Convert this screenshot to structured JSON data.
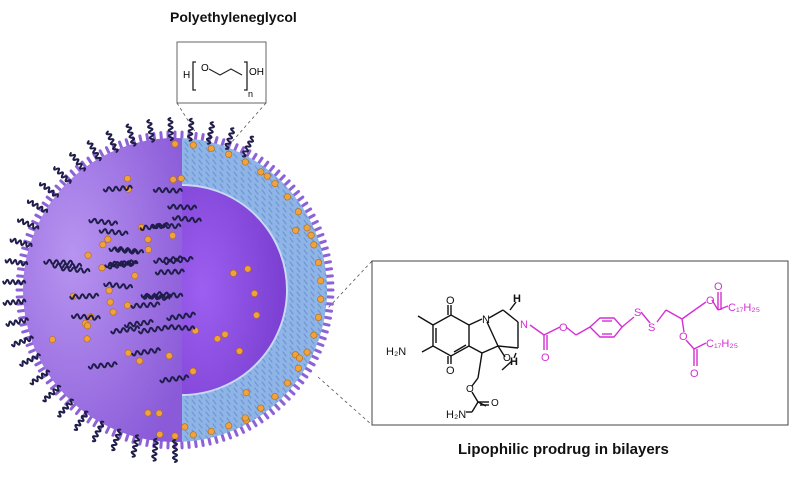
{
  "labels": {
    "peg_title": "Polyethyleneglycol",
    "prodrug_title": "Lipophilic prodrug in bilayers"
  },
  "peg_formula": {
    "h": "H",
    "o": "O",
    "oh": "OH",
    "n": "n"
  },
  "molecule": {
    "o_top": "O",
    "o_bottom": "O",
    "n_ring": "N",
    "h_top": "H",
    "h_bottom": "H",
    "n_aziridine": "N",
    "carbamate_o": "O",
    "carbamate_o2": "O",
    "o_methoxy": "O",
    "nh2_left": "H₂N",
    "o_side": "O",
    "o_side2": "O",
    "nh2_bottom": "H₂N",
    "s1": "S",
    "s2": "S",
    "o_ester1": "O",
    "o_ester1_dbl": "O",
    "chain1": "C₁₇H₂₅",
    "o_ester2": "O",
    "o_ester2_dbl": "O",
    "chain2": "C₁₇H₂₅"
  },
  "colors": {
    "liposome_outer": "#9b6be0",
    "liposome_core": "#8a4fd8",
    "bilayer": "#8fb4e6",
    "peg_chain": "#1f1d4a",
    "lipid_dot": "#f0a23c",
    "prodrug_magenta": "#d42fd4"
  }
}
